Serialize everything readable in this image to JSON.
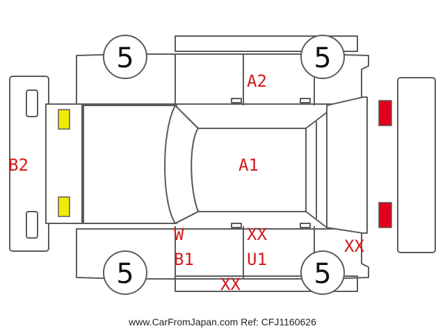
{
  "tires": {
    "front_left": "5",
    "front_right": "5",
    "rear_left": "5",
    "rear_right": "5"
  },
  "codes": {
    "a2": "A2",
    "a1": "A1",
    "b2": "B2",
    "w": "W",
    "b1": "B1",
    "xx_lower_door": "XX",
    "u1": "U1",
    "xx_rear_right": "XX",
    "xx_bottom": "XX"
  },
  "footer": "www.CarFromJapan.com Ref: CFJ1160626",
  "colors": {
    "outline": "#5a5a5a",
    "damage_code": "#d11a1a",
    "front_light": "#f2ea00",
    "rear_light": "#e0001b"
  }
}
